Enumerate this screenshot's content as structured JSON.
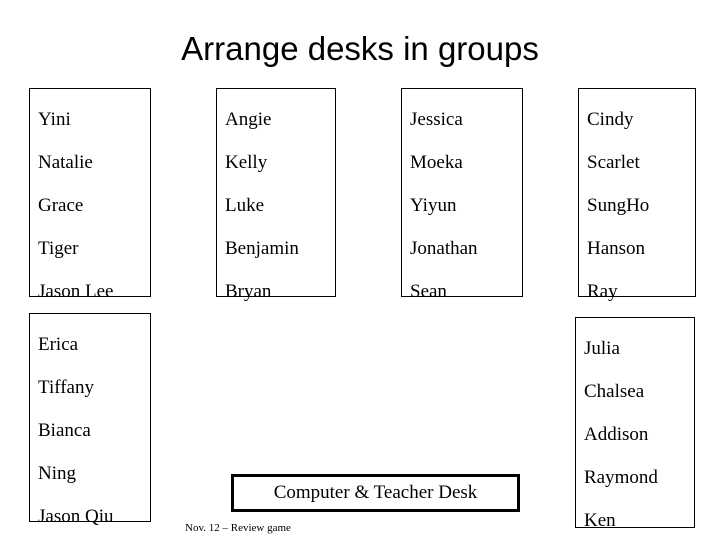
{
  "slide": {
    "title": "Arrange desks in groups",
    "footer_note": "Nov. 12 – Review game",
    "background_color": "#ffffff",
    "text_color": "#000000",
    "border_color": "#000000"
  },
  "desk_label": "Computer & Teacher Desk",
  "groups": {
    "top_row": [
      {
        "id": "group-1",
        "names": [
          "Yini",
          "Natalie",
          "Grace",
          "Tiger",
          "Jason Lee"
        ]
      },
      {
        "id": "group-2",
        "names": [
          "Angie",
          "Kelly",
          "Luke",
          "Benjamin",
          "Bryan"
        ]
      },
      {
        "id": "group-3",
        "names": [
          "Jessica",
          "Moeka",
          "Yiyun",
          "Jonathan",
          "Sean"
        ]
      },
      {
        "id": "group-4",
        "names": [
          "Cindy",
          "Scarlet",
          "SungHo",
          "Hanson",
          "Ray"
        ]
      }
    ],
    "bottom_row": [
      {
        "id": "group-5",
        "names": [
          "Erica",
          "Tiffany",
          "Bianca",
          "Ning",
          "Jason Qiu"
        ]
      },
      {
        "id": "group-6",
        "names": [
          "Julia",
          "Chalsea",
          "Addison",
          "Raymond",
          "Ken"
        ]
      }
    ]
  }
}
